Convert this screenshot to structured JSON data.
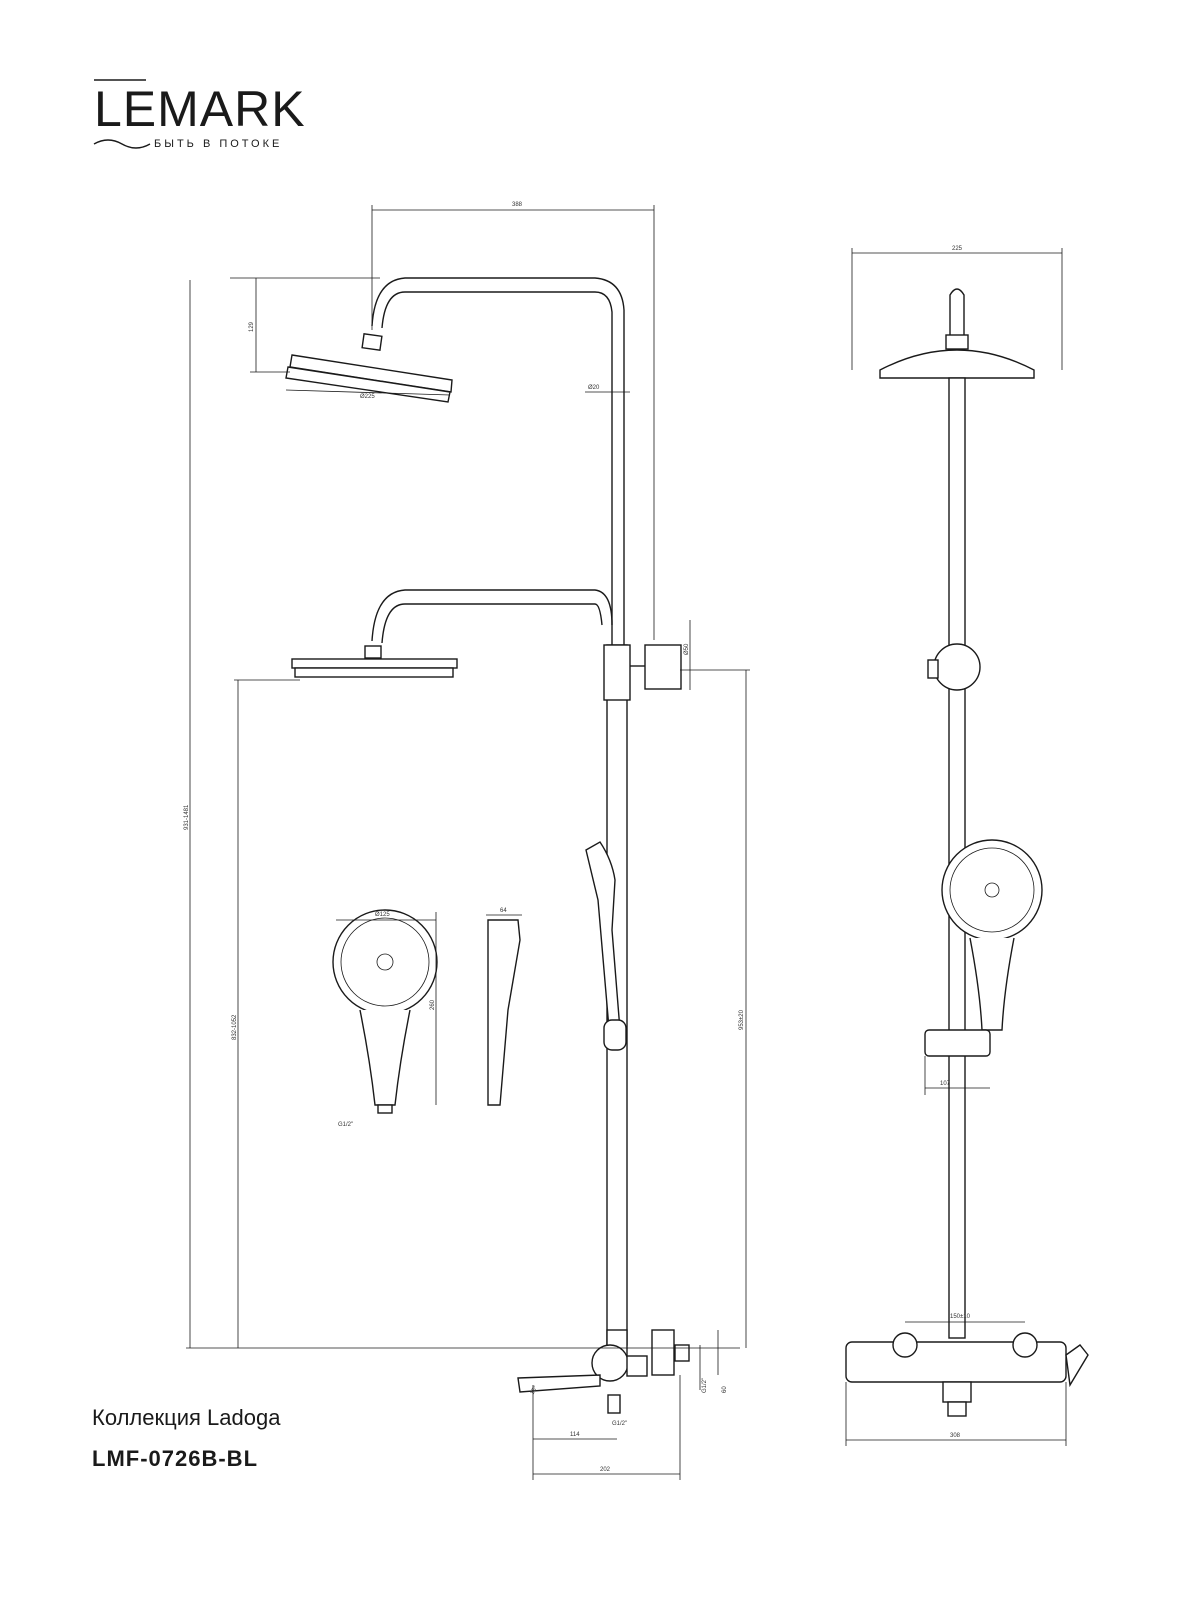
{
  "brand": {
    "name": "LEMARK",
    "tagline": "БЫТЬ В ПОТОКЕ"
  },
  "product": {
    "collection": "Коллекция Ladoga",
    "model": "LMF-0726B-BL"
  },
  "dimensions": {
    "arm_reach": "388",
    "head_drop": "129",
    "head_diameter": "Ø225",
    "pipe_diameter": "Ø20",
    "total_height": "931-1481",
    "head_height": "832-1052",
    "wall_bracket": "Ø50",
    "bracket_height": "953±20",
    "hand_diameter": "Ø125",
    "hand_depth": "64",
    "hand_length": "260",
    "hand_thread": "G1/2\"",
    "spout_angle": "15°",
    "spout_thread": "G1/2\"",
    "spout_reach": "114",
    "mixer_depth": "202",
    "inlet_thread": "G1/2\"",
    "inlet_height": "60",
    "front_head_width": "225",
    "slider_width": "107",
    "centers": "150±10",
    "mixer_width": "308"
  }
}
